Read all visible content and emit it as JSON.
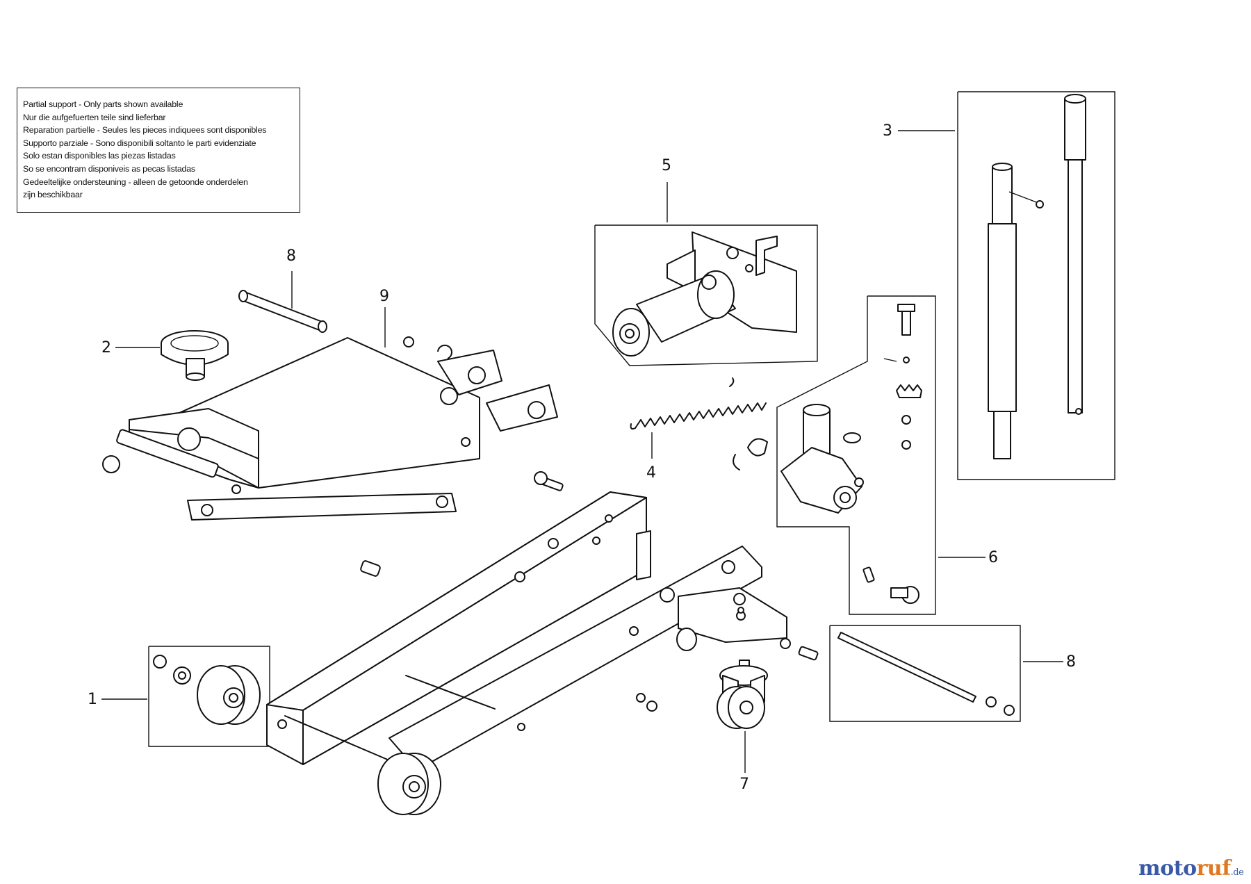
{
  "notice": {
    "lines": [
      "Partial support - Only parts shown available",
      "Nur die aufgefuerten teile sind lieferbar",
      "Reparation partielle - Seules les pieces indiquees sont disponibles",
      "Supporto parziale - Sono disponibili soltanto le parti evidenziate",
      "Solo estan disponibles las piezas listadas",
      "So se encontram disponiveis as pecas listadas",
      "Gedeeltelijke ondersteuning - alleen de getoonde onderdelen",
      "zijn beschikbaar"
    ]
  },
  "callouts": {
    "c1": "1",
    "c2": "2",
    "c3": "3",
    "c4": "4",
    "c5": "5",
    "c6": "6",
    "c7": "7",
    "c8a": "8",
    "c8b": "8",
    "c9": "9"
  },
  "brand": {
    "main": "motoruf",
    "suffix": ".de",
    "colors": {
      "blue": "#3a5aa8",
      "orange": "#e07820"
    }
  }
}
